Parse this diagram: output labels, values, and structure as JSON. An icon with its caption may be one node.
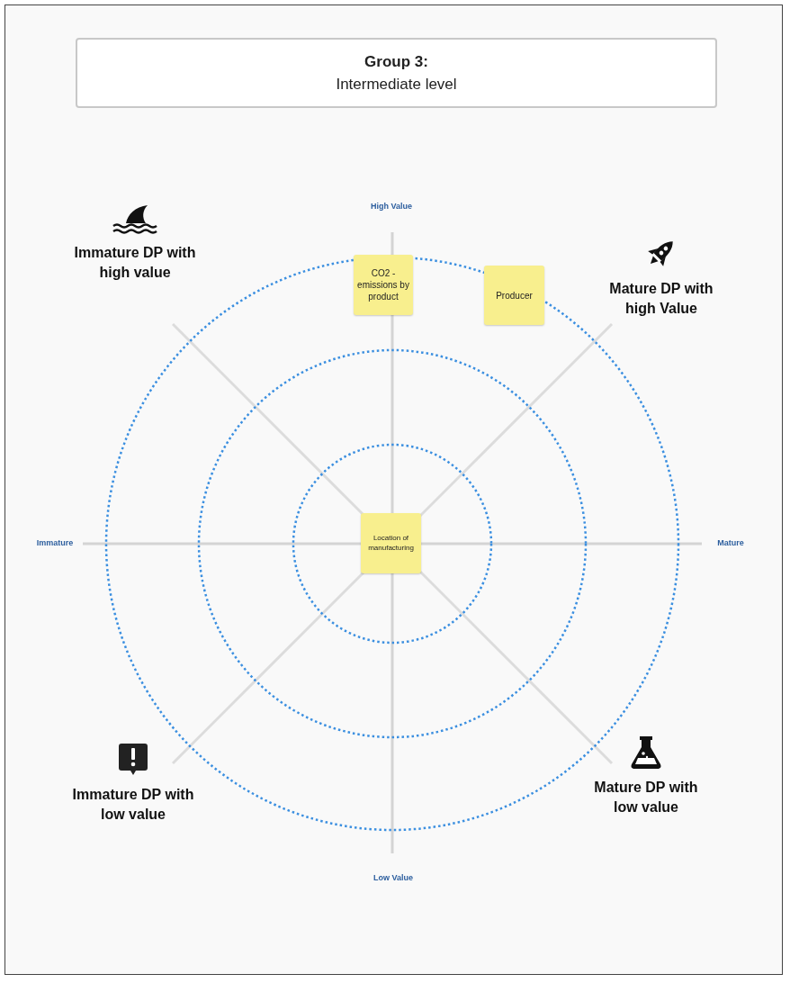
{
  "diagram": {
    "nodes": [
      {
        "text": [
          "Group 3:",
          "Intermediate level"
        ]
      },
      {
        "text": [
          "CO2 - emissions by product"
        ]
      },
      {
        "text": [
          "Producer"
        ]
      },
      {
        "text": [
          "Location of manufacturing"
        ]
      }
    ],
    "labels": [
      "High Value",
      "Immature DP with high value",
      "Mature DP with high Value",
      "Immature",
      "Mature",
      "Immature DP with low value",
      "Mature DP with low value",
      "Low Value"
    ]
  }
}
